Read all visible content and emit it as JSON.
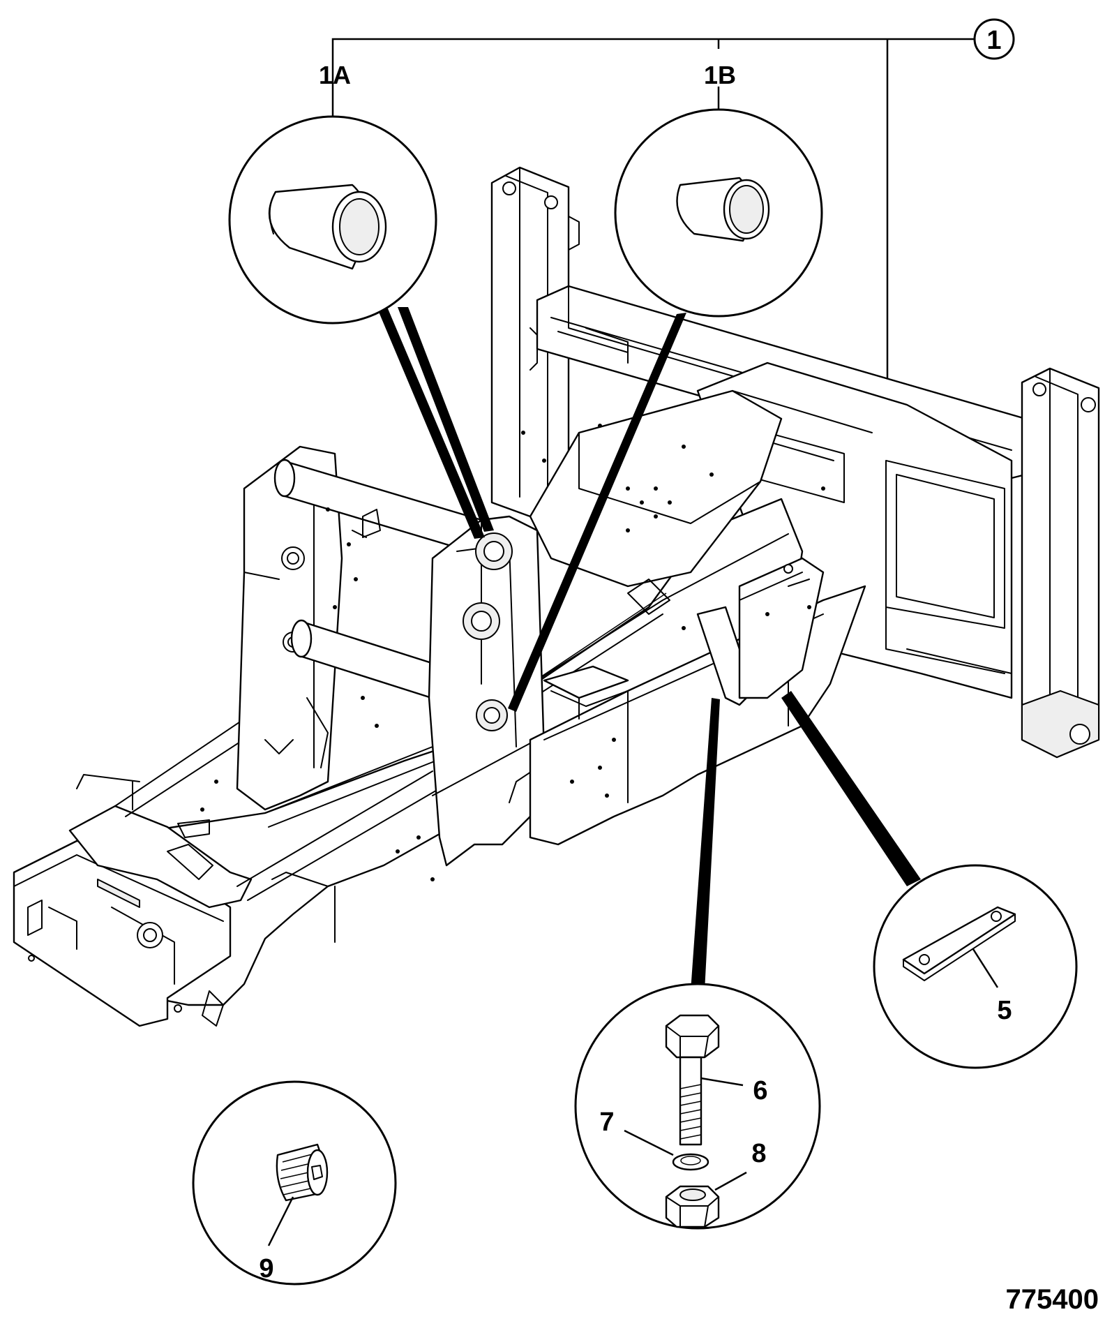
{
  "diagram": {
    "callouts": {
      "item_1": "1",
      "item_1a": "1A",
      "item_1b": "1B",
      "item_5": "5",
      "item_6": "6",
      "item_7": "7",
      "item_8": "8",
      "item_9": "9"
    },
    "figure_number": "775400"
  }
}
